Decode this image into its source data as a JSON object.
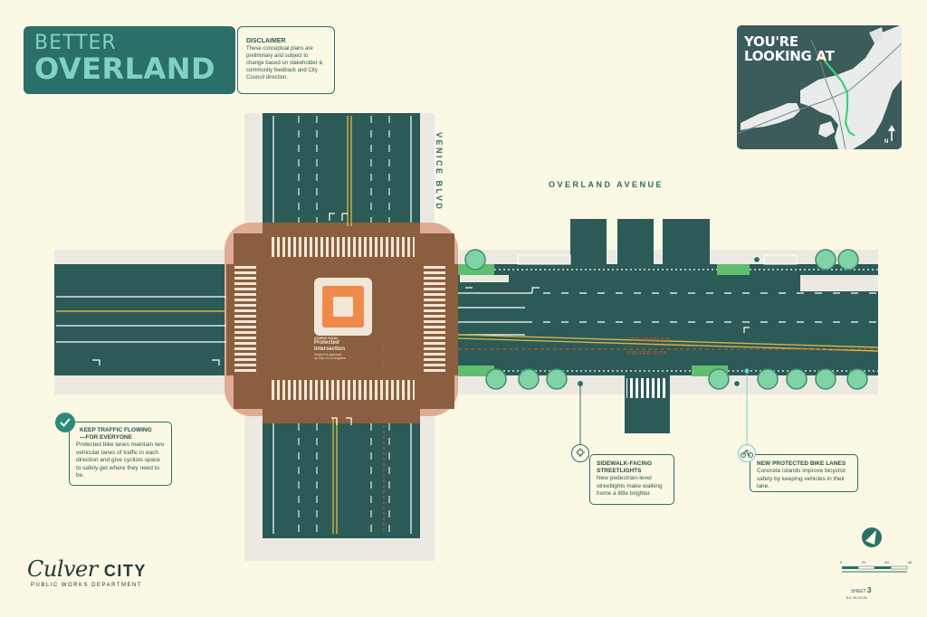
{
  "title": {
    "line1": "BETTER",
    "line2": "OVERLAND"
  },
  "disclaimer": {
    "heading": "DISCLAIMER",
    "body": "These conceptual plans are preliminary and subject to change based on stakeholder & community feedback and City Council direction."
  },
  "inset_map": {
    "label_line1": "YOU'RE",
    "label_line2": "LOOKING AT",
    "north": "N"
  },
  "streets": {
    "venice": "VENICE BLVD",
    "overland": "OVERLAND AVENUE"
  },
  "intersection_note": {
    "kicker": "COMING SOON",
    "title_line1": "Protected",
    "title_line2": "Intersection",
    "sub_line1": "Subject to approval",
    "sub_line2": "by City of Los Angeles"
  },
  "boundary": {
    "top": "LOS ANGELES",
    "bottom": "CULVER CITY"
  },
  "callouts": {
    "traffic": {
      "heading": "KEEP TRAFFIC FLOWING\n—FOR EVERYONE",
      "body": "Protected bike lanes maintain two vehicular lanes of traffic in each direction and give cyclists space to safely get where they need to be."
    },
    "lights": {
      "heading": "SIDEWALK-FACING STREETLIGHTS",
      "body": "New pedestrian-level streetlights make walking home a little brighter."
    },
    "bikes": {
      "heading": "NEW PROTECTED BIKE LANES",
      "body": "Concrete islands improve bicyclist safety by keeping vehicles in their lane."
    }
  },
  "logo": {
    "script": "Culver",
    "caps": "CITY",
    "dept": "PUBLIC WORKS DEPARTMENT"
  },
  "scale": {
    "ticks": [
      "0'",
      "20'",
      "30'",
      "40'"
    ]
  },
  "sheet": {
    "label": "SHEET",
    "number": "3",
    "date": "JUL 05.22.26"
  },
  "colors": {
    "background": "#fbf8e4",
    "road": "#2c5a57",
    "intersection": "#8a5e3e",
    "sidewalk": "#e9e6e1",
    "curb": "#e0ad94",
    "bikeLane": "#5fbf6e",
    "yellowLine": "#d3b34a",
    "accent": "#2b6f68"
  }
}
